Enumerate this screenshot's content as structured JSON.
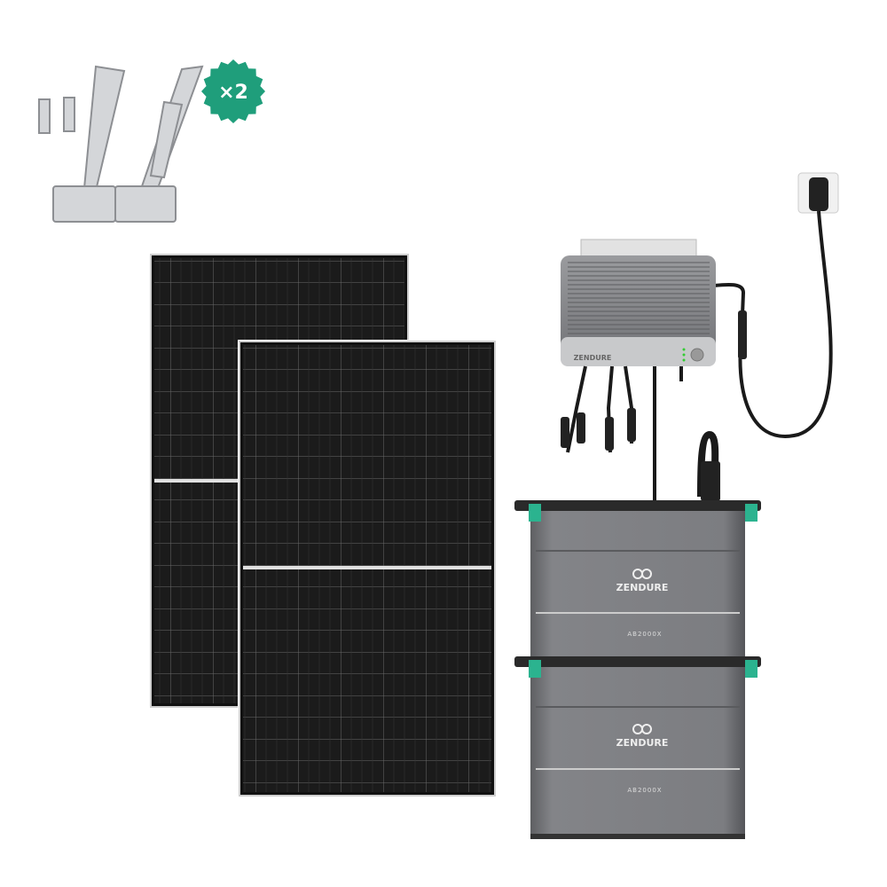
{
  "badge": {
    "label": "×2",
    "color": "#1f9e7b"
  },
  "inverter": {
    "brand": "ZENDURE"
  },
  "batteries": [
    {
      "brand": "ZENDURE",
      "model": "AB2000X"
    },
    {
      "brand": "ZENDURE",
      "model": "AB2000X"
    }
  ],
  "colors": {
    "panel": "#1c1c1c",
    "battery": "#7a7b7e",
    "clip": "#2bb38f"
  }
}
